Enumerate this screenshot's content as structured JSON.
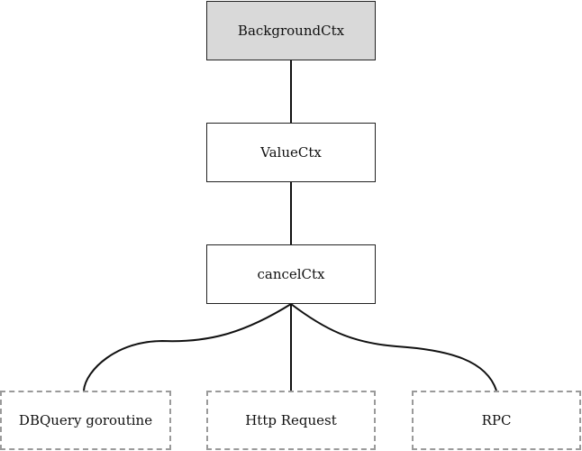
{
  "nodes": {
    "background": {
      "label": "BackgroundCtx",
      "fill": "#d9d9d9"
    },
    "value": {
      "label": "ValueCtx"
    },
    "cancel": {
      "label": "cancelCtx"
    },
    "dbquery": {
      "label": "DBQuery goroutine"
    },
    "http": {
      "label": "Http Request"
    },
    "rpc": {
      "label": "RPC"
    }
  },
  "colors": {
    "solid_border": "#222222",
    "dashed_border": "#9a9a9a",
    "connector": "#111111"
  }
}
